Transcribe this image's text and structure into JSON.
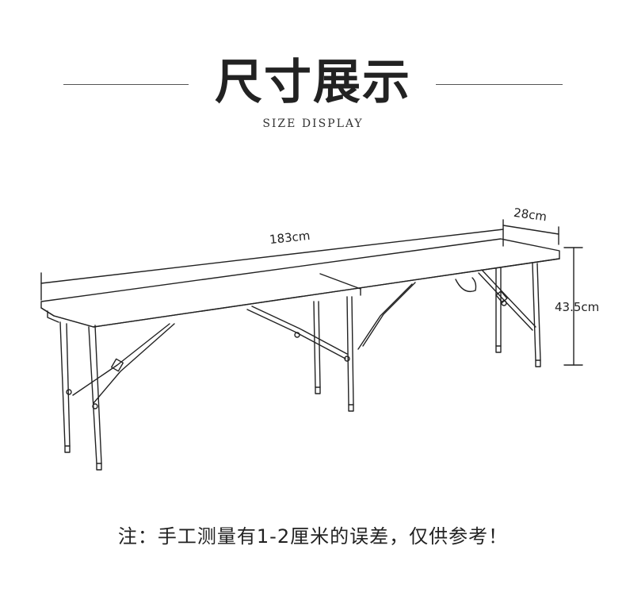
{
  "header": {
    "title": "尺寸展示",
    "subtitle": "SIZE DISPLAY"
  },
  "dimensions": {
    "length": "183cm",
    "width": "28cm",
    "height": "43.5cm"
  },
  "note": "注：手工测量有1-2厘米的误差，仅供参考！",
  "colors": {
    "line": "#222222",
    "rule": "#555555"
  }
}
